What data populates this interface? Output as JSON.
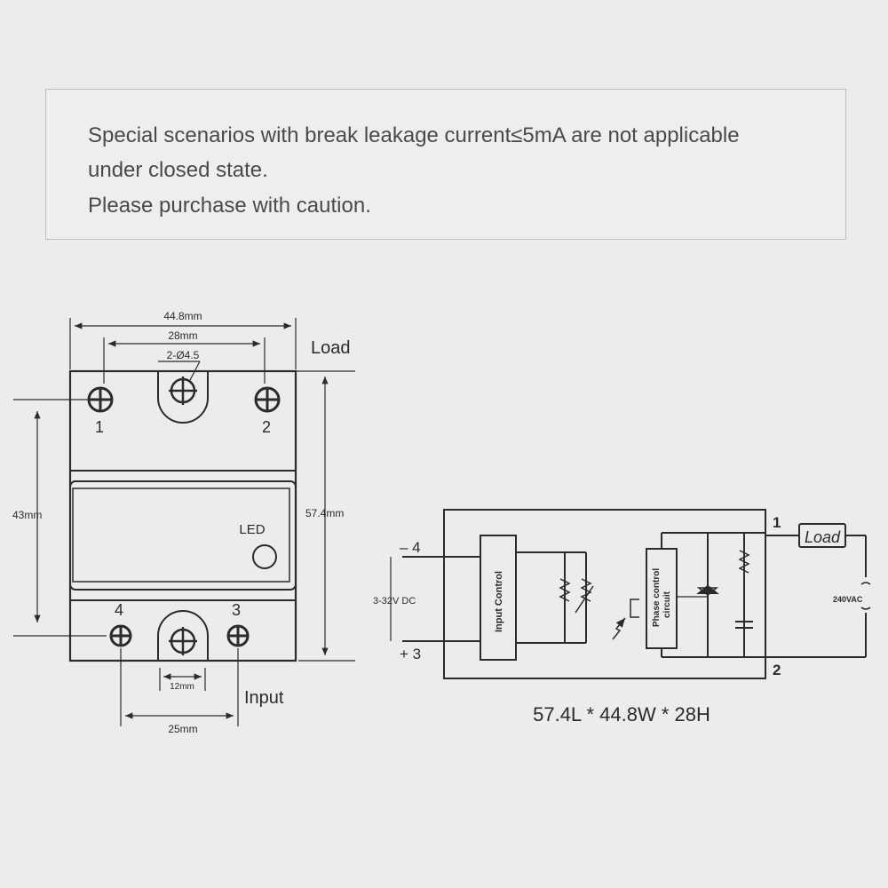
{
  "notice": {
    "line1": "Special scenarios with break leakage current≤5mA are not applicable",
    "line2": "under closed state.",
    "line3": "Please purchase with caution."
  },
  "drawing": {
    "dim_width": "44.8mm",
    "dim_hole_spacing": "28mm",
    "dim_hole": "2-Ø4.5",
    "label_load": "Load",
    "terminal_1": "1",
    "terminal_2": "2",
    "terminal_3": "3",
    "terminal_4": "4",
    "dim_43": "43mm",
    "dim_57": "57.4mm",
    "label_led": "LED",
    "dim_12": "12mm",
    "dim_25": "25mm",
    "label_input": "Input"
  },
  "schematic": {
    "pin_minus4": "– 4",
    "pin_plus3": "+ 3",
    "dc_range": "3-32V DC",
    "input_control": "Input Control",
    "phase_control_1": "Phase control",
    "phase_control_2": "circuit",
    "pin_1": "1",
    "pin_2": "2",
    "load": "Load",
    "vac": "240VAC",
    "dimensions": "57.4L * 44.8W * 28H"
  }
}
